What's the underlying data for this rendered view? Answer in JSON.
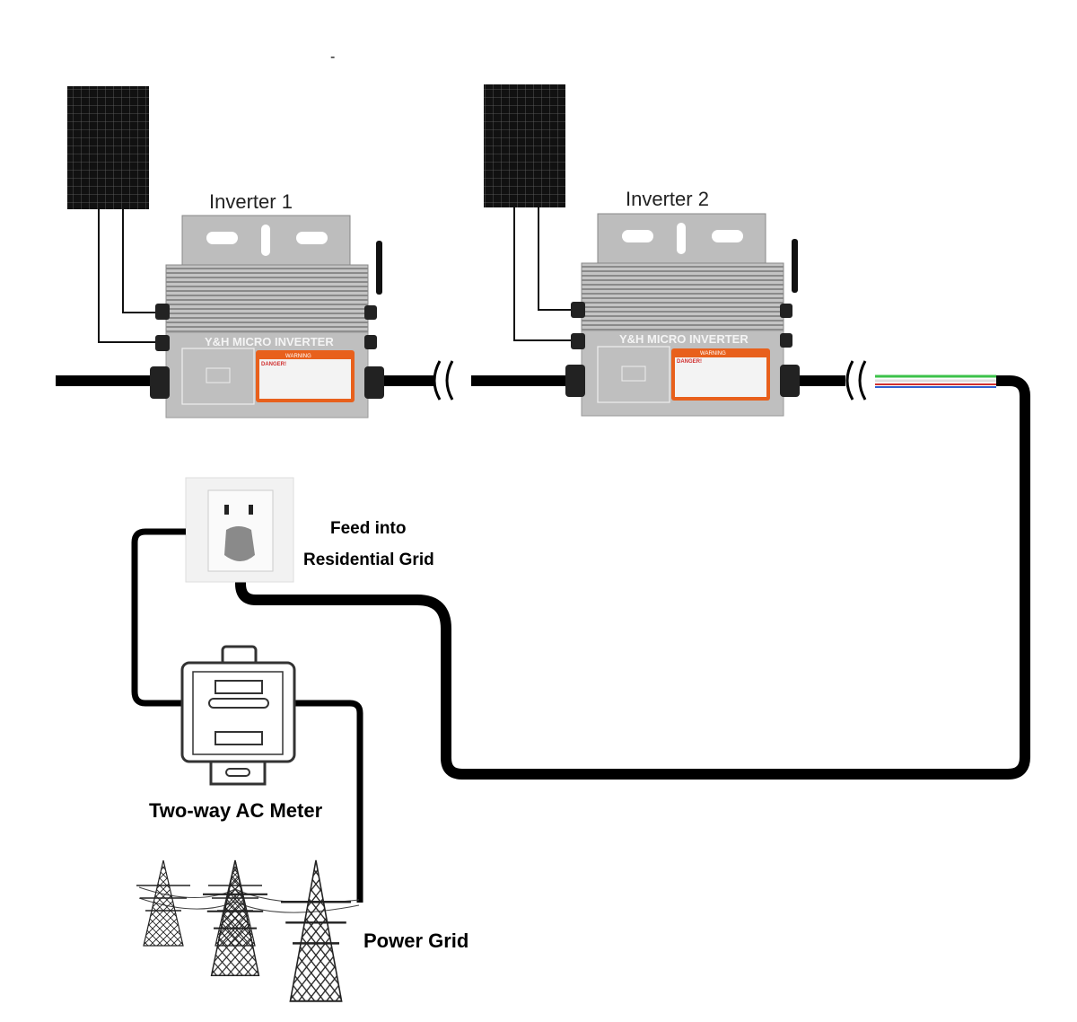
{
  "stray_mark": "-",
  "inverters": [
    {
      "label": "Inverter 1",
      "brand": "Y&H MICRO INVERTER",
      "warning": "WARNING",
      "danger": "DANGER!"
    },
    {
      "label": "Inverter 2",
      "brand": "Y&H MICRO INVERTER",
      "warning": "WARNING",
      "danger": "DANGER!"
    }
  ],
  "socket_label_line1": "Feed into",
  "socket_label_line2": "Residential Grid",
  "meter_label": "Two-way AC Meter",
  "grid_label": "Power Grid",
  "colors": {
    "cable": "#000000",
    "inverter": "#c8c8c8",
    "warning": "#e8601c",
    "panel": "#111111",
    "wire_green": "#3cc24a",
    "wire_red": "#d03030",
    "wire_blue": "#3060d0"
  }
}
